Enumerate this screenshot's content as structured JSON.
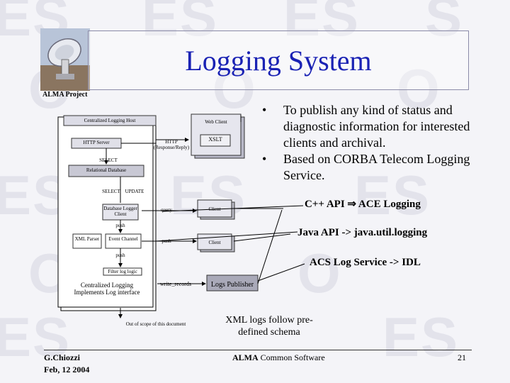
{
  "slide": {
    "title": "Logging System",
    "project_label": "ALMA Project",
    "bullets": [
      "To publish any kind of status and diagnostic information for interested clients and archival.",
      "Based on CORBA Telecom Logging Service."
    ],
    "bullet_glyph": "•"
  },
  "callouts": {
    "cpp": "C++ API ⇒ ACE Logging",
    "java": "Java API -> java.util.logging",
    "acs": "ACS Log Service -> IDL",
    "xml": "XML logs follow pre-defined schema"
  },
  "diagram": {
    "host": "Centralized Logging Host",
    "web_client": "Web Client",
    "http_server": "HTTP Server",
    "xslt": "XSLT",
    "http_response": "HTTP (Response/Reply)",
    "select1": "SELECT",
    "relational_db": "Relational Database",
    "select2": "SELECT",
    "update": "UPDATE",
    "db_logger": "Database Logger Client",
    "query": "query",
    "client1": "Client",
    "push1": "push",
    "xml_parser": "XML Parser",
    "event_channel": "Event Channel",
    "push2": "push",
    "client2": "Client",
    "push3": "push",
    "filter": "Filter log logic",
    "central_logging": "Centralized Logging Implements Log interface",
    "write_records": "write_records",
    "logs_publisher": "Logs Publisher",
    "out_of_scope": "Out of scope of this document"
  },
  "footer": {
    "author": "G.Chiozzi",
    "date": "Feb, 12 2004",
    "center_bold": "ALMA",
    "center_rest": " Common Software",
    "page": "21"
  },
  "colors": {
    "title": "#1a22b4",
    "border": "#8c8ca8",
    "background": "#f4f4f8"
  }
}
